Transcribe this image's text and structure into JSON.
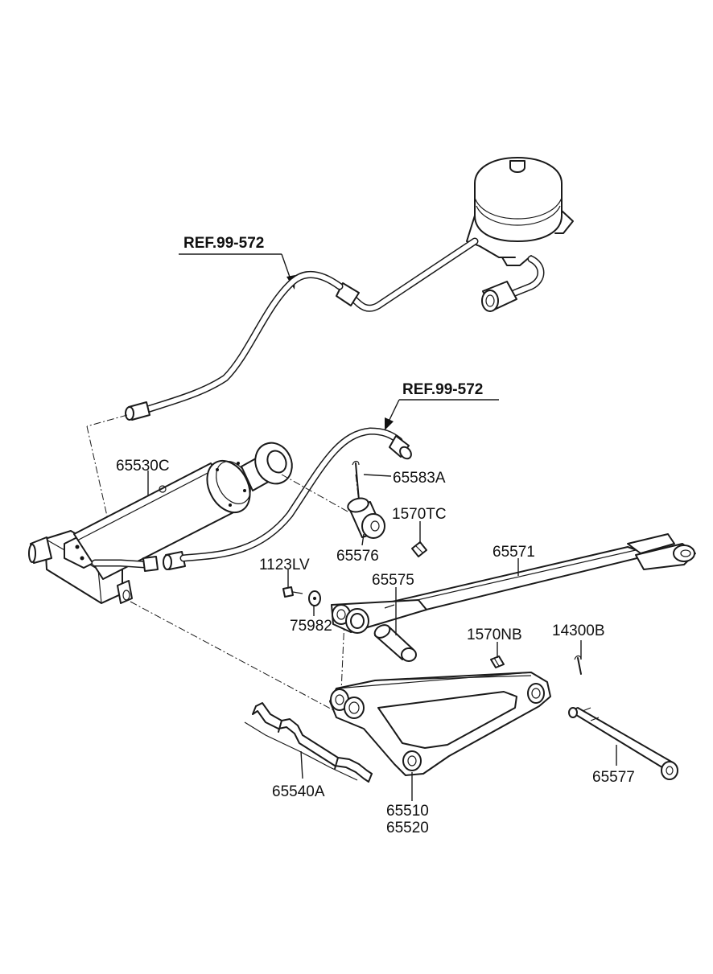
{
  "references": [
    "REF.99-572",
    "REF.99-572"
  ],
  "part_labels": {
    "p65530C": "65530C",
    "p65583A": "65583A",
    "p1570TC": "1570TC",
    "p65576": "65576",
    "p65571": "65571",
    "p1123LV": "1123LV",
    "p65575": "65575",
    "p75982": "75982",
    "p1570NB": "1570NB",
    "p14300B": "14300B",
    "p65577": "65577",
    "p65540A": "65540A",
    "p65510": "65510",
    "p65520": "65520"
  }
}
